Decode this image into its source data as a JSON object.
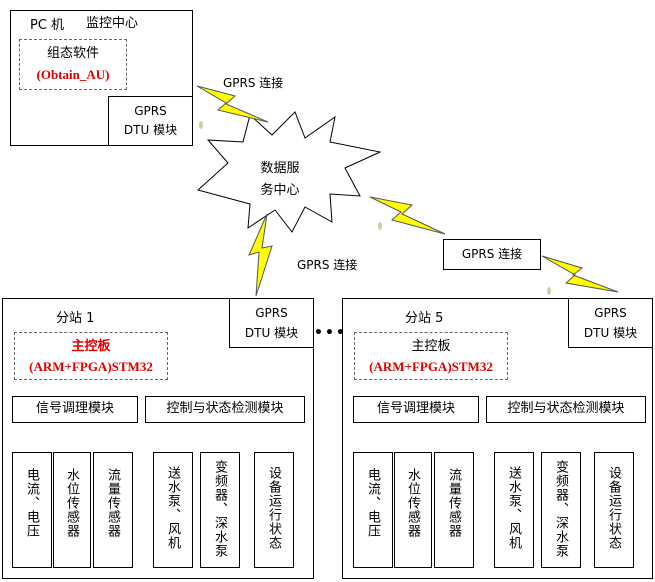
{
  "center": {
    "pc_label": "PC 机",
    "title": "监控中心",
    "software": "组态软件",
    "software_name": "(Obtain_AU)",
    "dtu_line1": "GPRS",
    "dtu_line2": "DTU 模块"
  },
  "cloud": {
    "line1": "数据服",
    "line2": "务中心"
  },
  "links": {
    "top": "GPRS 连接",
    "left": "GPRS 连接",
    "right": "GPRS 连接"
  },
  "ellipsis": "•••",
  "station1": {
    "title": "分站 1",
    "board_line1": "主控板",
    "board_line2": "(ARM+FPGA)STM32",
    "dtu_line1": "GPRS",
    "dtu_line2": "DTU 模块",
    "signal_module": "信号调理模块",
    "control_module": "控制与状态检测模块",
    "sensors": [
      "电流、电压",
      "水位传感器",
      "流量传感器"
    ],
    "devices": [
      "送水泵、风机",
      "变频器、深水泵",
      "设备运行状态"
    ]
  },
  "station5": {
    "title": "分站 5",
    "board_line1": "主控板",
    "board_line2": "(ARM+FPGA)STM32",
    "dtu_line1": "GPRS",
    "dtu_line2": "DTU 模块",
    "signal_module": "信号调理模块",
    "control_module": "控制与状态检测模块",
    "sensors": [
      "电流、电压",
      "水位传感器",
      "流量传感器"
    ],
    "devices": [
      "送水泵、风机",
      "变频器、深水泵",
      "设备运行状态"
    ]
  },
  "colors": {
    "lightning": "#ffff00",
    "accent_text": "#e00000"
  }
}
